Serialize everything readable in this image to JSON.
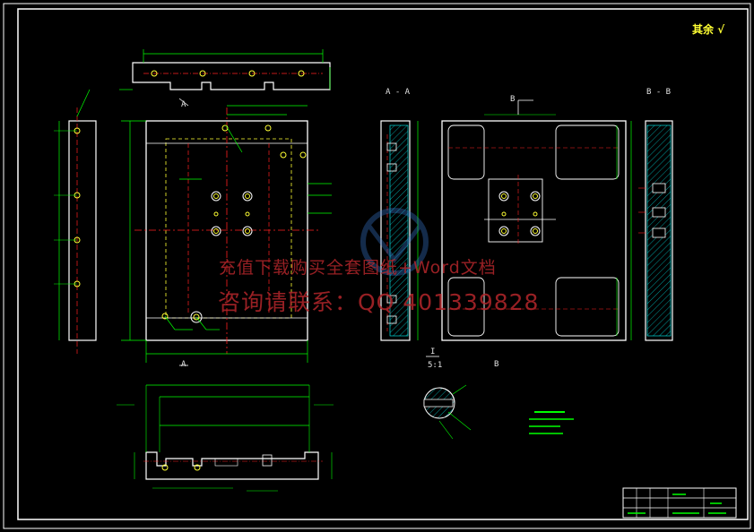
{
  "watermark": {
    "line1": "充值下载购买全套图纸+Word文档",
    "line2": "咨询请联系：QQ 401339828"
  },
  "roughness_note": "其余 √",
  "section_labels": {
    "aa": "A - A",
    "bb": "B - B",
    "detail_one": "I",
    "detail_scale": "5:1",
    "cut_a": "A",
    "cut_b": "B"
  },
  "colors": {
    "background": "#000000",
    "frame": "#ffffff",
    "outline": "#ffffff",
    "dimension": "#00ff00",
    "centerline": "#ff2020",
    "hidden": "#ffff33",
    "hatch": "#00ffff",
    "watermark": "#b3262b"
  }
}
